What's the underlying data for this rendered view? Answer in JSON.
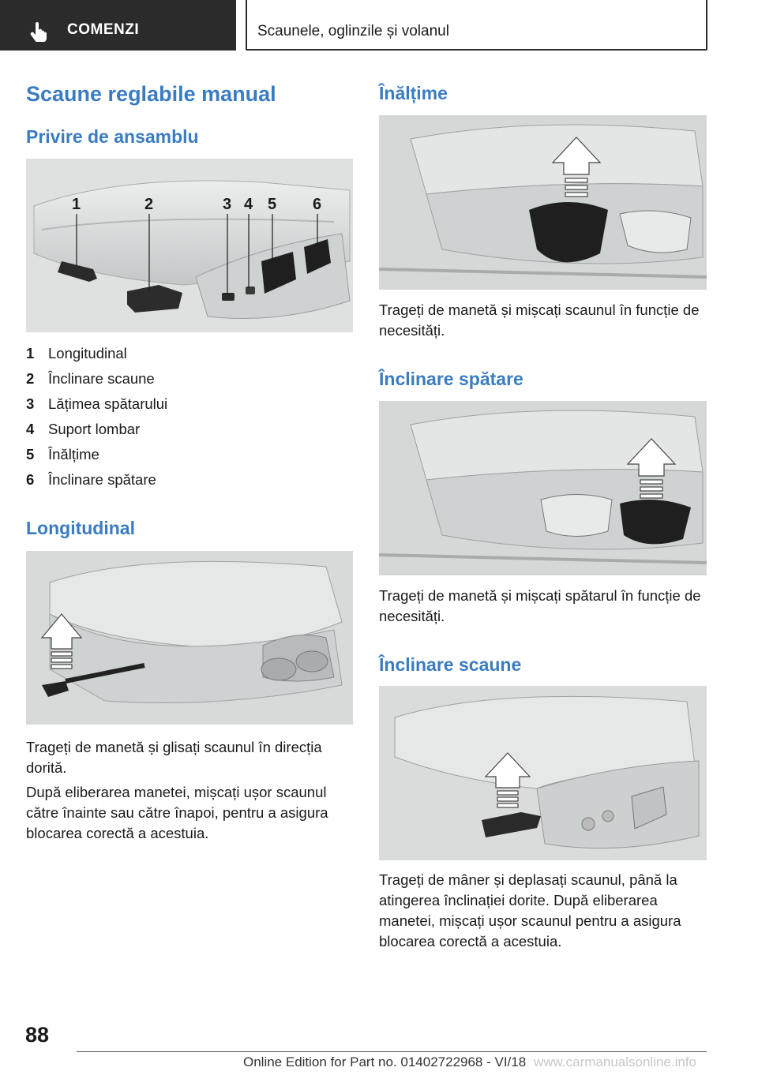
{
  "header": {
    "chapter": "COMENZI",
    "section": "Scaunele, oglinzile și volanul"
  },
  "left": {
    "title": "Scaune reglabile manual",
    "overview_heading": "Privire de ansamblu",
    "callouts": [
      "1",
      "2",
      "3",
      "4",
      "5",
      "6"
    ],
    "legend": [
      {
        "num": "1",
        "label": "Longitudinal"
      },
      {
        "num": "2",
        "label": "Înclinare scaune"
      },
      {
        "num": "3",
        "label": "Lățimea spătarului"
      },
      {
        "num": "4",
        "label": "Suport lombar"
      },
      {
        "num": "5",
        "label": "Înălțime"
      },
      {
        "num": "6",
        "label": "Înclinare spătare"
      }
    ],
    "longitudinal_heading": "Longitudinal",
    "longitudinal_text1": "Trageți de manetă și glisați scaunul în direcția dorită.",
    "longitudinal_text2": "După eliberarea manetei, mișcați ușor scaunul către înainte sau către înapoi, pentru a asigura blocarea corectă a acestuia."
  },
  "right": {
    "height_heading": "Înălțime",
    "height_text": "Trageți de manetă și mișcați scaunul în funcție de necesități.",
    "backrest_heading": "Înclinare spătare",
    "backrest_text": "Trageți de manetă și mișcați spătarul în funcție de necesități.",
    "seat_tilt_heading": "Înclinare scaune",
    "seat_tilt_text": "Trageți de mâner și deplasați scaunul, până la atingerea înclinației dorite. După eliberarea manetei, mișcați ușor scaunul pentru a asigura blocarea corectă a acestuia."
  },
  "footer": {
    "page_number": "88",
    "edition": "Online Edition for Part no. 01402722968 - VI/18",
    "watermark": "www.carmanualsonline.info"
  }
}
